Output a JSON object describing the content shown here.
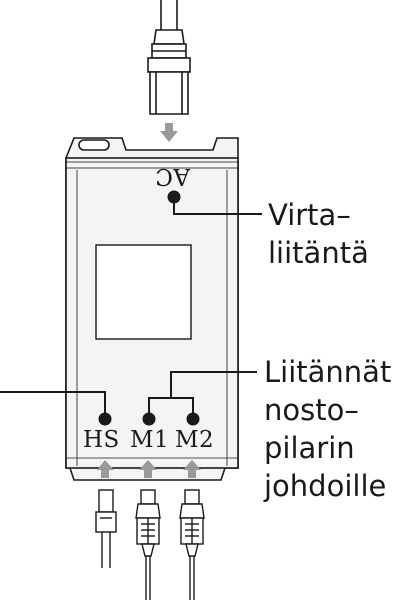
{
  "ports": {
    "ac": "AC",
    "hs": "HS",
    "m1": "M1",
    "m2": "M2"
  },
  "callouts": {
    "power": {
      "line1": "Virta–",
      "line2": "liitäntä"
    },
    "pillars": {
      "line1": "Liitännät",
      "line2": "nosto–",
      "line3": "pilarin",
      "line4": "johdoille"
    }
  },
  "colors": {
    "outline": "#1a1a1a",
    "box_fill": "#f4f4f4",
    "arrow": "#9a9a9a"
  }
}
